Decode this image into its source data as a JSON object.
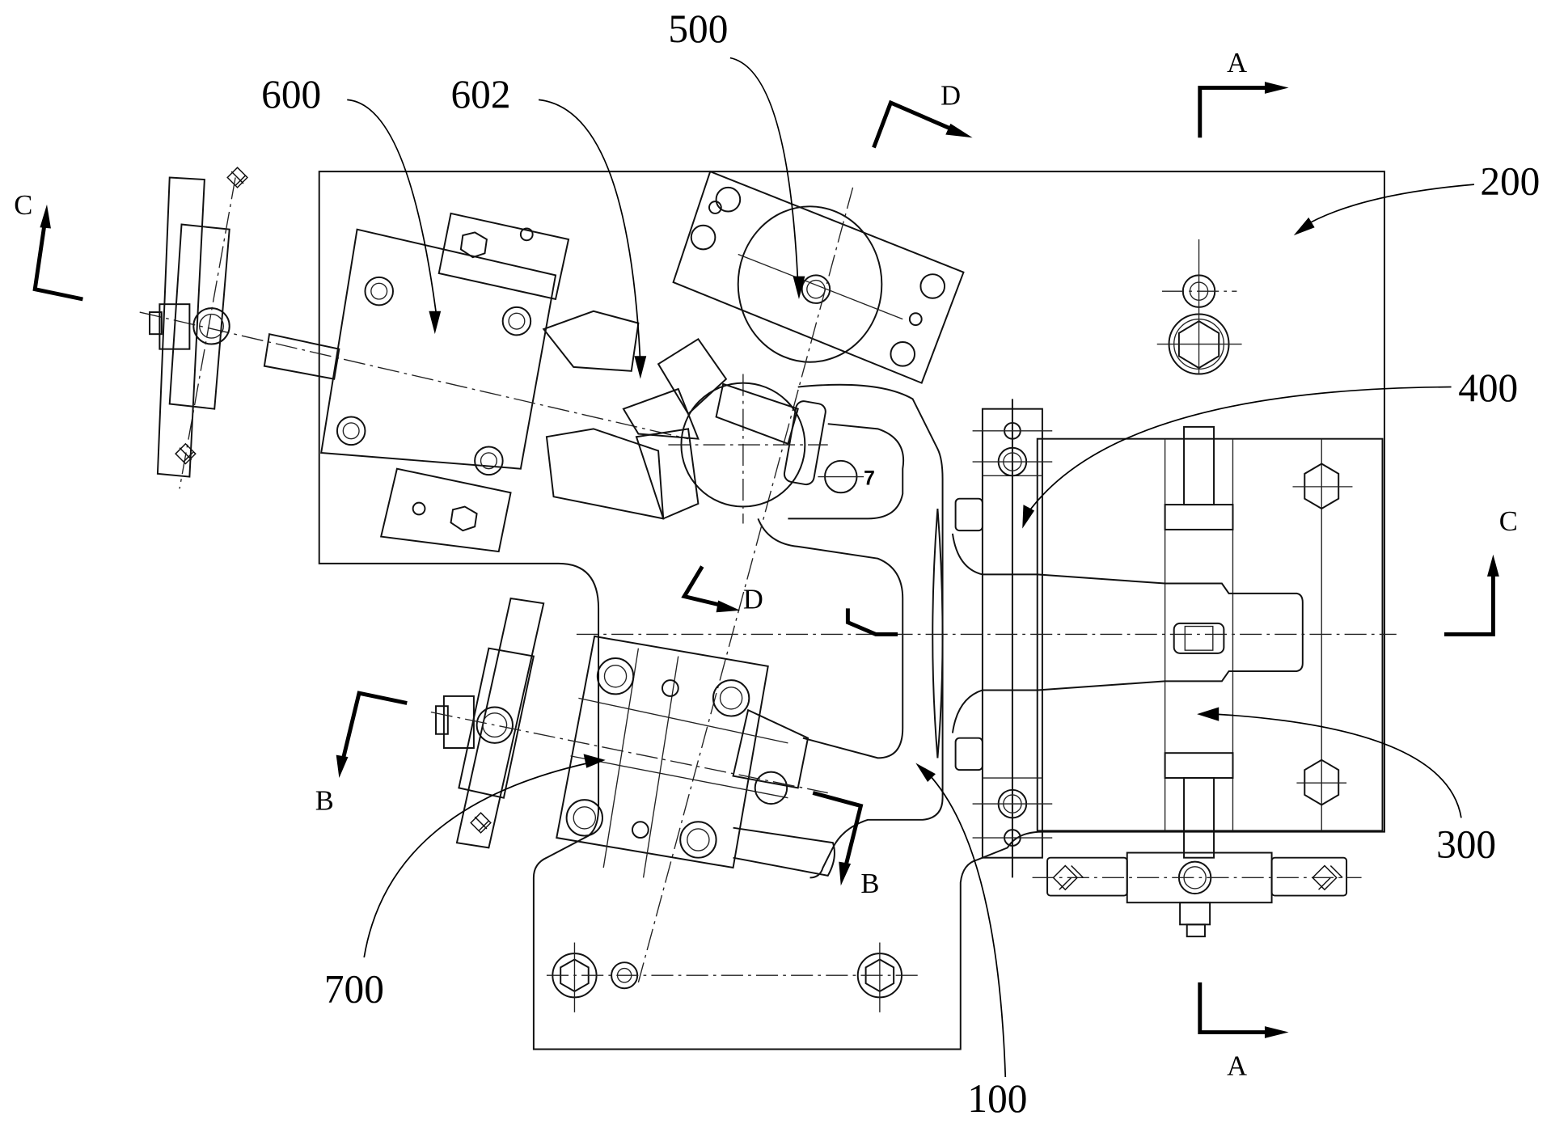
{
  "drawing": {
    "type": "mechanical assembly drawing (top view)",
    "reference_numerals": [
      {
        "id": "100",
        "label": "100"
      },
      {
        "id": "200",
        "label": "200"
      },
      {
        "id": "300",
        "label": "300"
      },
      {
        "id": "400",
        "label": "400"
      },
      {
        "id": "500",
        "label": "500"
      },
      {
        "id": "600",
        "label": "600"
      },
      {
        "id": "602",
        "label": "602"
      },
      {
        "id": "700",
        "label": "700"
      }
    ],
    "section_markers": {
      "a_top": "A",
      "a_bottom": "A",
      "b_left": "B",
      "b_right": "B",
      "c_left": "C",
      "c_right": "C",
      "d_top": "D",
      "d_bottom": "D"
    },
    "detail_mark": "7"
  }
}
